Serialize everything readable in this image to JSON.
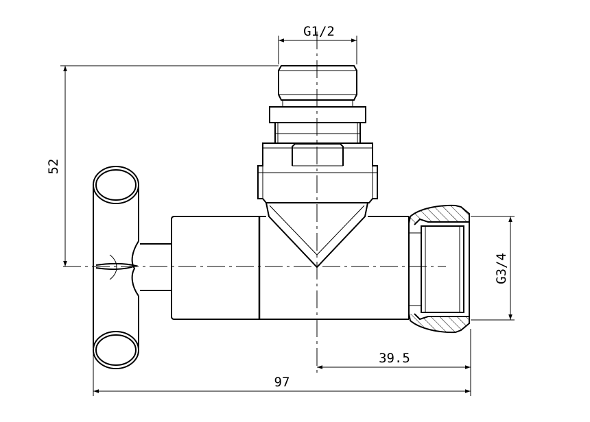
{
  "dimensions": {
    "inlet_thread": "G1/2",
    "height": "52",
    "outlet_thread": "G3/4",
    "offset": "39.5",
    "total_length": "97"
  },
  "colors": {
    "line": "#000000",
    "background": "#ffffff"
  }
}
